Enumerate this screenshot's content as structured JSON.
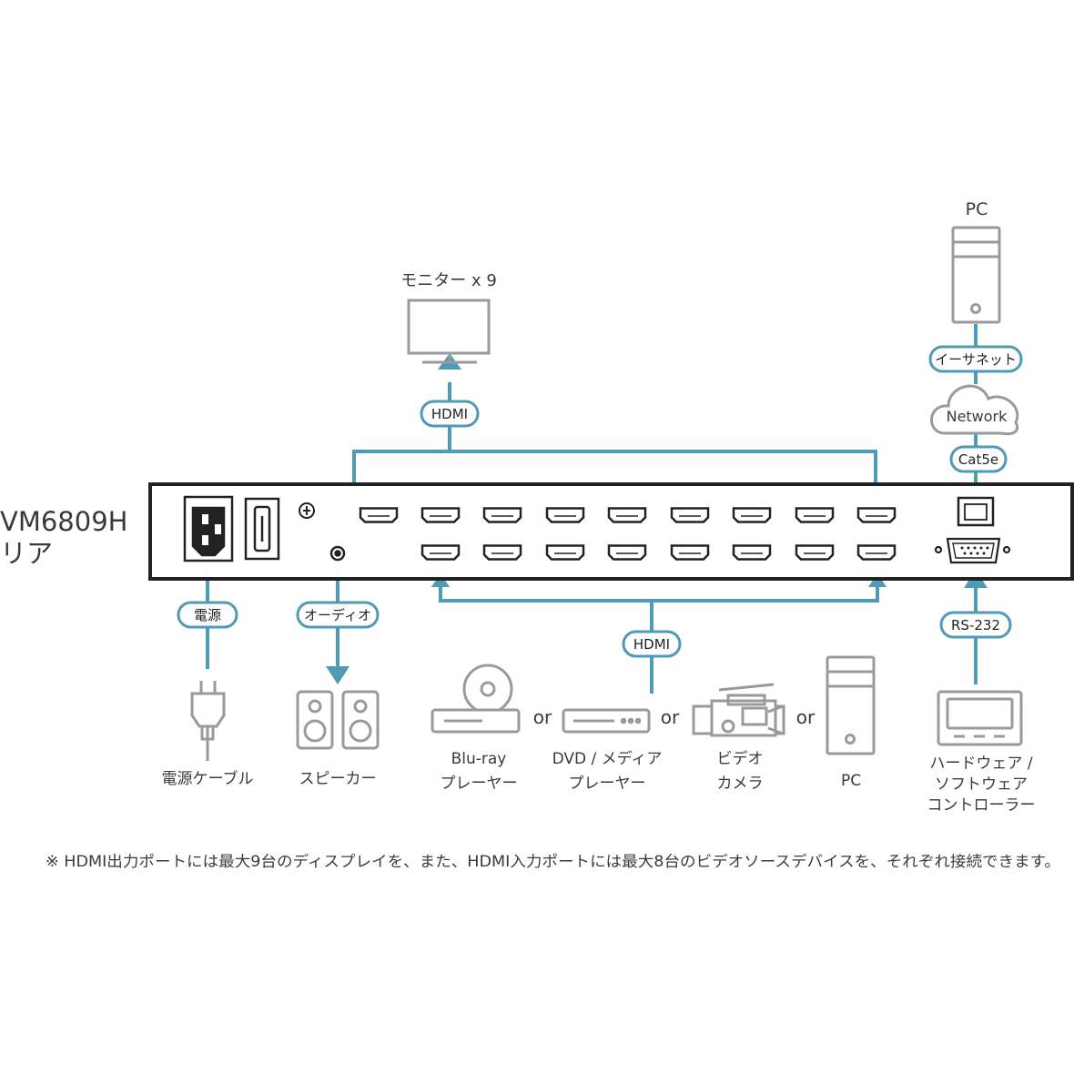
{
  "device": {
    "model": "VM6809H",
    "side": "リア"
  },
  "labels": {
    "monitor": "モニター x 9",
    "pc_top": "PC",
    "network": "Network",
    "power_cable": "電源ケーブル",
    "speaker": "スピーカー",
    "bluray_1": "Blu-ray",
    "bluray_2": "プレーヤー",
    "dvd_1": "DVD / メディア",
    "dvd_2": "プレーヤー",
    "video_1": "ビデオ",
    "video_2": "カメラ",
    "pc_bottom": "PC",
    "controller_1": "ハードウェア /",
    "controller_2": "ソフトウェア",
    "controller_3": "コントローラー",
    "or": "or"
  },
  "pills": {
    "hdmi_out": "HDMI",
    "hdmi_in": "HDMI",
    "ethernet": "イーサネット",
    "cat5e": "Cat5e",
    "power": "電源",
    "audio": "オーディオ",
    "rs232": "RS-232"
  },
  "footnote": "※ HDMI出力ポートには最大9台のディスプレイを、また、HDMI入力ポートには最大8台のビデオソースデバイスを、それぞれ接続できます。",
  "colors": {
    "accent": "#4f9ab5",
    "device_outline": "#222222",
    "icon_gray": "#9a9a9a"
  }
}
